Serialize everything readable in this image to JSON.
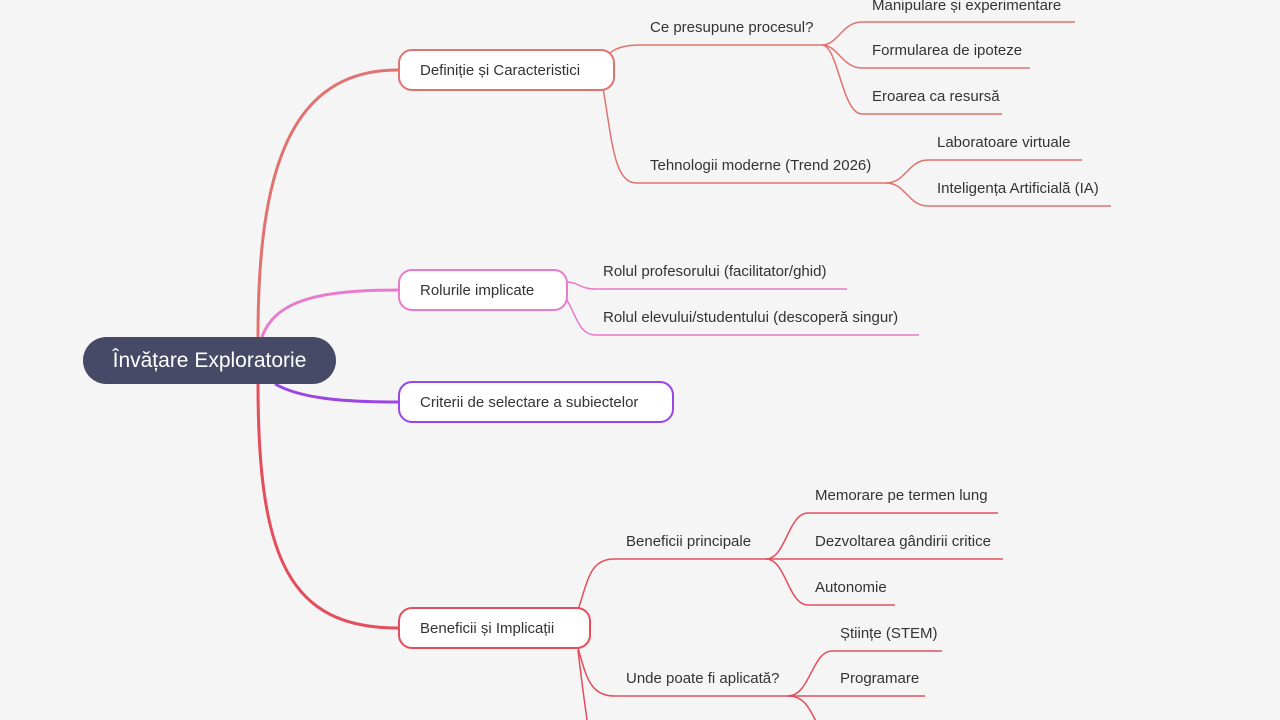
{
  "colors": {
    "background": "#f5f5f5",
    "root": "#474a66",
    "definitie": "#e0736f",
    "roluri": "#e97acd",
    "criterii": "#9b45e4",
    "beneficii": "#e44e5c"
  },
  "root": {
    "label": "Învățare Exploratorie"
  },
  "branches": {
    "definitie": {
      "label": "Definiție și Caracteristici",
      "proces": {
        "label": "Ce presupune procesul?",
        "items": [
          "Manipulare și experimentare",
          "Formularea de ipoteze",
          "Eroarea ca resursă"
        ]
      },
      "tehnologii": {
        "label": "Tehnologii moderne (Trend 2026)",
        "items": [
          "Laboratoare virtuale",
          "Inteligența Artificială (IA)"
        ]
      }
    },
    "roluri": {
      "label": "Rolurile implicate",
      "items": [
        "Rolul profesorului (facilitator/ghid)",
        "Rolul elevului/studentului (descoperă singur)"
      ]
    },
    "criterii": {
      "label": "Criterii de selectare a subiectelor"
    },
    "beneficii": {
      "label": "Beneficii și Implicații",
      "principale": {
        "label": "Beneficii principale",
        "items": [
          "Memorare pe termen lung",
          "Dezvoltarea gândirii critice",
          "Autonomie"
        ]
      },
      "aplicata": {
        "label": "Unde poate fi aplicată?",
        "items": [
          "Științe (STEM)",
          "Programare"
        ]
      }
    }
  }
}
